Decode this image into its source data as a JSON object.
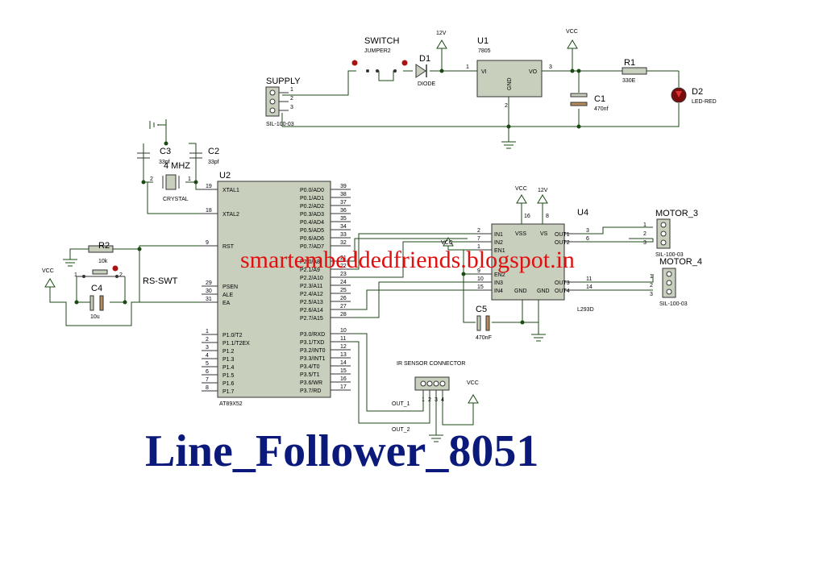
{
  "title": "Line_Follower_8051",
  "watermark": "smartembeddedfriends.blogspot.in",
  "colors": {
    "title": "#0b1a7a",
    "watermark": "#e01010",
    "wire": "#1c4a14",
    "component": "#c8cfbd",
    "pin_dot": "#aa1111"
  },
  "supply": {
    "label": "SUPPLY",
    "part": "SIL-100-03",
    "pins": [
      "1",
      "2",
      "3"
    ]
  },
  "switch": {
    "label": "SWITCH",
    "part": "JUMPER2"
  },
  "d1": {
    "ref": "D1",
    "part": "DIODE"
  },
  "rail_12v_top": "12V",
  "u1": {
    "ref": "U1",
    "part": "7805",
    "pin_vi": "VI",
    "pin_vo": "VO",
    "pin_gnd": "GND",
    "n1": "1",
    "n2": "2",
    "n3": "3"
  },
  "vcc_top": "VCC",
  "r1": {
    "ref": "R1",
    "value": "330E"
  },
  "c1": {
    "ref": "C1",
    "value": "470nf"
  },
  "d2": {
    "ref": "D2",
    "part": "LED-RED"
  },
  "c3": {
    "ref": "C3",
    "value": "33pf"
  },
  "c2": {
    "ref": "C2",
    "value": "33pf"
  },
  "crystal": {
    "freq": "4 MHZ",
    "part": "CRYSTAL",
    "p1": "1",
    "p2": "2"
  },
  "u2": {
    "ref": "U2",
    "part": "AT89X52",
    "left_pins": [
      {
        "num": "19",
        "name": "XTAL1"
      },
      {
        "num": "18",
        "name": "XTAL2"
      },
      {
        "num": "9",
        "name": "RST"
      },
      {
        "num": "29",
        "name": "PSEN"
      },
      {
        "num": "30",
        "name": "ALE"
      },
      {
        "num": "31",
        "name": "EA"
      },
      {
        "num": "1",
        "name": "P1.0/T2"
      },
      {
        "num": "2",
        "name": "P1.1/T2EX"
      },
      {
        "num": "3",
        "name": "P1.2"
      },
      {
        "num": "4",
        "name": "P1.3"
      },
      {
        "num": "5",
        "name": "P1.4"
      },
      {
        "num": "6",
        "name": "P1.5"
      },
      {
        "num": "7",
        "name": "P1.6"
      },
      {
        "num": "8",
        "name": "P1.7"
      }
    ],
    "right_pins": [
      {
        "num": "39",
        "name": "P0.0/AD0"
      },
      {
        "num": "38",
        "name": "P0.1/AD1"
      },
      {
        "num": "37",
        "name": "P0.2/AD2"
      },
      {
        "num": "36",
        "name": "P0.3/AD3"
      },
      {
        "num": "35",
        "name": "P0.4/AD4"
      },
      {
        "num": "34",
        "name": "P0.5/AD5"
      },
      {
        "num": "33",
        "name": "P0.6/AD6"
      },
      {
        "num": "32",
        "name": "P0.7/AD7"
      },
      {
        "num": "21",
        "name": "P2.0/A8"
      },
      {
        "num": "22",
        "name": "P2.1/A9"
      },
      {
        "num": "23",
        "name": "P2.2/A10"
      },
      {
        "num": "24",
        "name": "P2.3/A11"
      },
      {
        "num": "25",
        "name": "P2.4/A12"
      },
      {
        "num": "26",
        "name": "P2.5/A13"
      },
      {
        "num": "27",
        "name": "P2.6/A14"
      },
      {
        "num": "28",
        "name": "P2.7/A15"
      },
      {
        "num": "10",
        "name": "P3.0/RXD"
      },
      {
        "num": "11",
        "name": "P3.1/TXD"
      },
      {
        "num": "12",
        "name": "P3.2/INT0"
      },
      {
        "num": "13",
        "name": "P3.3/INT1"
      },
      {
        "num": "14",
        "name": "P3.4/T0"
      },
      {
        "num": "15",
        "name": "P3.5/T1"
      },
      {
        "num": "16",
        "name": "P3.6/WR"
      },
      {
        "num": "17",
        "name": "P3.7/RD"
      }
    ]
  },
  "r2": {
    "ref": "R2",
    "value": "10k"
  },
  "vcc_left": "VCC",
  "reset_switch": {
    "label": "RS-SWT",
    "p1": "1",
    "p2": "2"
  },
  "c4": {
    "ref": "C4",
    "value": "10u"
  },
  "u4": {
    "ref": "U4",
    "part": "L293D",
    "top_vcc": "VCC",
    "top_12v": "12V",
    "pin16": "16",
    "pin8": "8",
    "vss": "VSS",
    "vs": "VS",
    "gnd": "GND",
    "left_pins": [
      {
        "num": "2",
        "name": "IN1"
      },
      {
        "num": "7",
        "name": "IN2"
      },
      {
        "num": "1",
        "name": "EN1"
      },
      {
        "num": "9",
        "name": "EN2"
      },
      {
        "num": "10",
        "name": "IN3"
      },
      {
        "num": "15",
        "name": "IN4"
      }
    ],
    "right_pins": [
      {
        "num": "3",
        "name": "OUT1"
      },
      {
        "num": "6",
        "name": "OUT2"
      },
      {
        "num": "11",
        "name": "OUT3"
      },
      {
        "num": "14",
        "name": "OUT4"
      }
    ]
  },
  "vcc_u4_left": "VCC",
  "c5": {
    "ref": "C5",
    "value": "470nF"
  },
  "motor3": {
    "label": "MOTOR_3",
    "part": "SIL-100-03",
    "pins": [
      "1",
      "2",
      "3"
    ]
  },
  "motor4": {
    "label": "MOTOR_4",
    "part": "SIL-100-03",
    "pins": [
      "1",
      "2",
      "3"
    ]
  },
  "ir": {
    "label": "IR SENSOR CONNECTOR",
    "pins": [
      "1",
      "2",
      "3",
      "4"
    ],
    "out1": "OUT_1",
    "out2": "OUT_2",
    "vcc": "VCC"
  }
}
